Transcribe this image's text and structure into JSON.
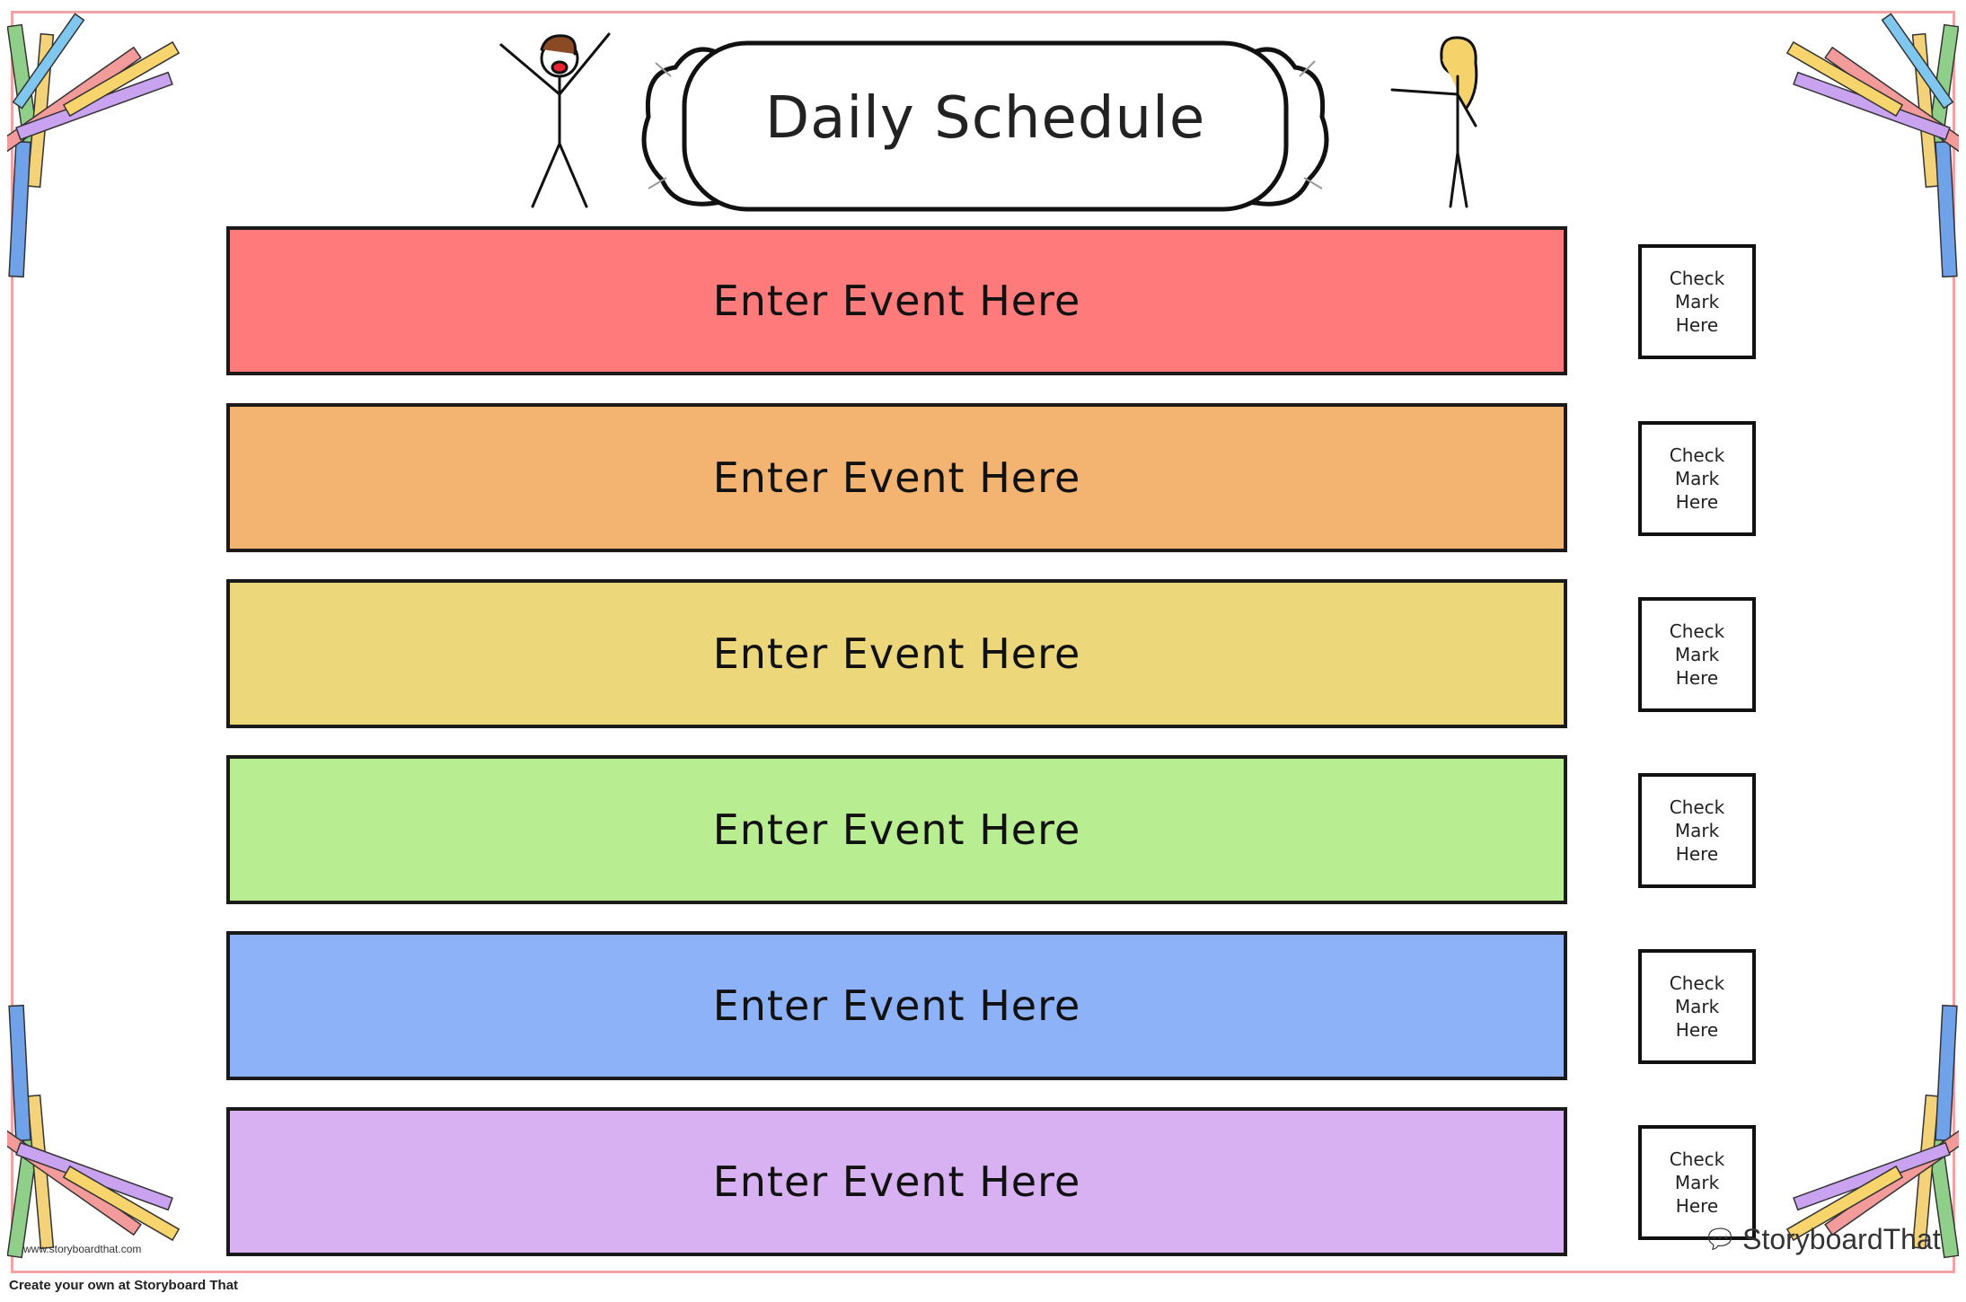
{
  "title": "Daily Schedule",
  "events": [
    {
      "label": "Enter Event Here",
      "color": "#ff7b7b",
      "check": [
        "Check",
        "Mark",
        "Here"
      ]
    },
    {
      "label": "Enter Event Here",
      "color": "#f3b472",
      "check": [
        "Check",
        "Mark",
        "Here"
      ]
    },
    {
      "label": "Enter Event Here",
      "color": "#ecd87b",
      "check": [
        "Check",
        "Mark",
        "Here"
      ]
    },
    {
      "label": "Enter Event Here",
      "color": "#b8ee91",
      "check": [
        "Check",
        "Mark",
        "Here"
      ]
    },
    {
      "label": "Enter Event Here",
      "color": "#8db2f8",
      "check": [
        "Check",
        "Mark",
        "Here"
      ]
    },
    {
      "label": "Enter Event Here",
      "color": "#d8b1f3",
      "check": [
        "Check",
        "Mark",
        "Here"
      ]
    }
  ],
  "footer": "Create your own at Storyboard That",
  "watermark_small": "www.storyboardthat.com",
  "logo_text": "StoryboardThat",
  "border_color": "#f2a3a5"
}
